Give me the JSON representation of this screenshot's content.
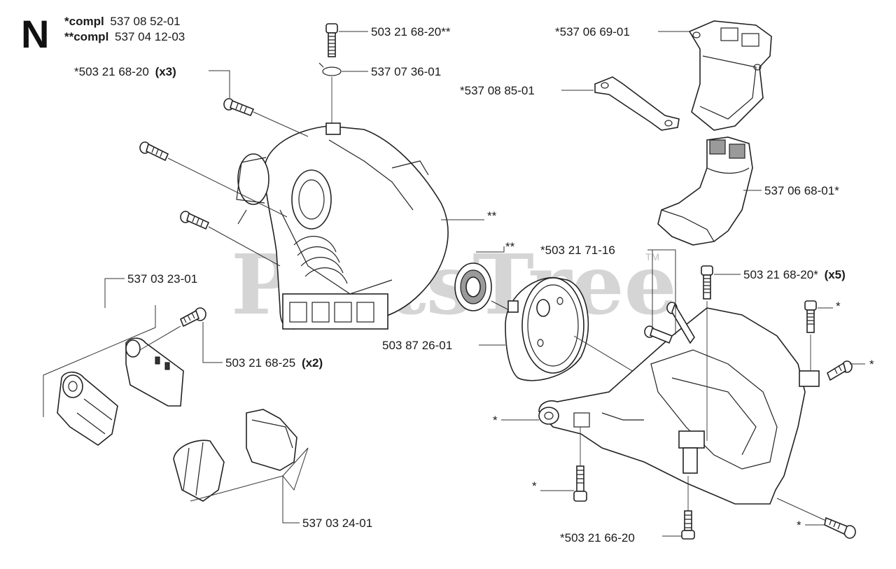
{
  "section_letter": "N",
  "watermark": "PartsTree",
  "watermark_tm": "TM",
  "kit_notes": [
    {
      "marker": "*compl",
      "part": "537 08 52-01"
    },
    {
      "marker": "**compl",
      "part": "537 04 12-03"
    }
  ],
  "callouts": [
    {
      "id": "screw-top",
      "text": "503 21 68-20**",
      "qty": ""
    },
    {
      "id": "clip",
      "text": "537 07 36-01",
      "qty": ""
    },
    {
      "id": "screw-x3",
      "text": "*503 21 68-20",
      "qty": "(x3)"
    },
    {
      "id": "bracket-top",
      "text": "*537 06 69-01",
      "qty": ""
    },
    {
      "id": "gasket",
      "text": "*537 08 85-01",
      "qty": ""
    },
    {
      "id": "cover",
      "text": "537 06 68-01*",
      "qty": ""
    },
    {
      "id": "housing",
      "text": "**",
      "qty": ""
    },
    {
      "id": "bearing",
      "text": "**",
      "qty": ""
    },
    {
      "id": "screw-71",
      "text": "*503 21 71-16",
      "qty": ""
    },
    {
      "id": "screw-x5",
      "text": "503 21 68-20*",
      "qty": "(x5)"
    },
    {
      "id": "kit-left",
      "text": "537 03 23-01",
      "qty": ""
    },
    {
      "id": "screw-x2",
      "text": "503 21 68-25",
      "qty": "(x2)"
    },
    {
      "id": "drum",
      "text": "503 87 26-01",
      "qty": ""
    },
    {
      "id": "kit-bottom",
      "text": "537 03 24-01",
      "qty": ""
    },
    {
      "id": "crankcase-left",
      "text": "*",
      "qty": ""
    },
    {
      "id": "screw-v-bottom",
      "text": "*",
      "qty": ""
    },
    {
      "id": "screw-66",
      "text": "*503 21 66-20",
      "qty": ""
    },
    {
      "id": "screw-bottom-right",
      "text": "*",
      "qty": ""
    },
    {
      "id": "screw-right-top",
      "text": "*",
      "qty": ""
    },
    {
      "id": "screw-right-mid",
      "text": "*",
      "qty": ""
    }
  ]
}
